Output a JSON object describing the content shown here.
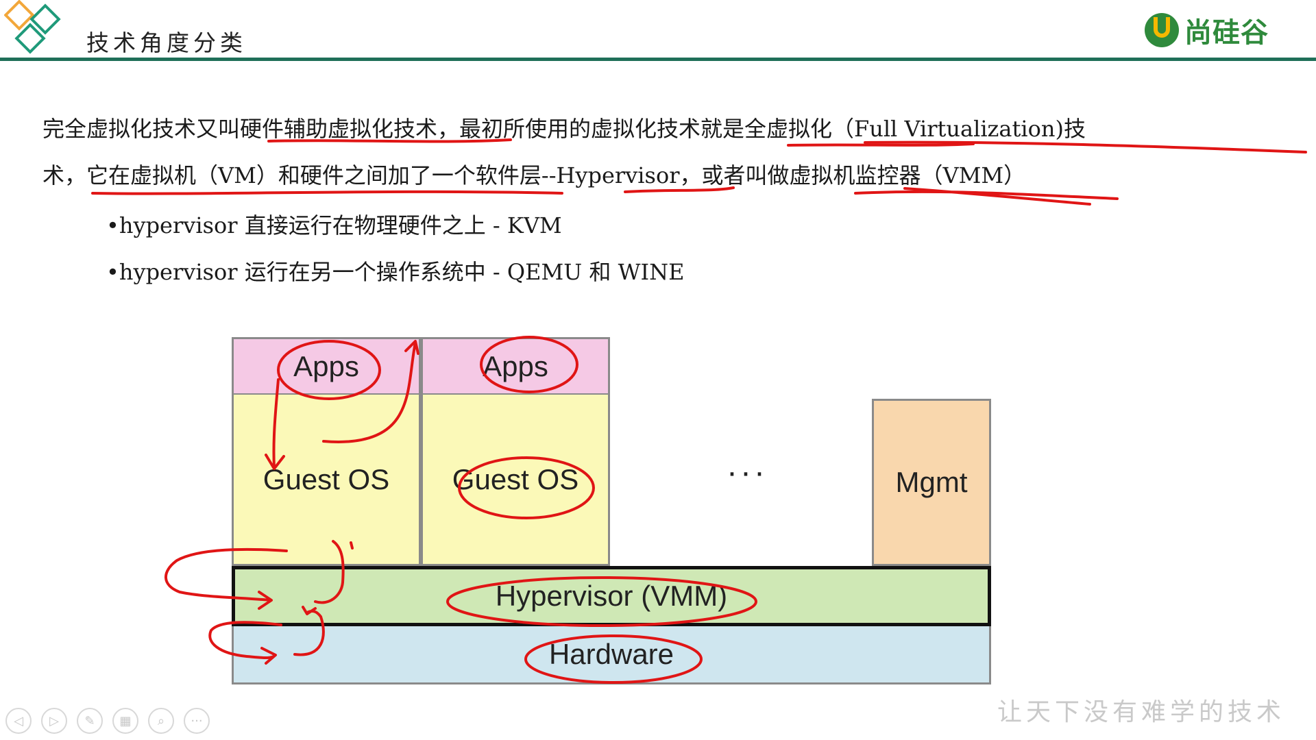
{
  "header": {
    "title": "技术角度分类",
    "brand": "尚硅谷"
  },
  "content": {
    "para1": "完全虚拟化技术又叫硬件辅助虚拟化技术，最初所使用的虚拟化技术就是全虚拟化（Full Virtualization)技",
    "para2": "术，它在虚拟机（VM）和硬件之间加了一个软件层--Hypervisor，或者叫做虚拟机监控器（VMM）",
    "bullets": [
      "•hypervisor 直接运行在物理硬件之上 - KVM",
      "•hypervisor 运行在另一个操作系统中 - QEMU 和 WINE"
    ]
  },
  "diagram": {
    "apps1": "Apps",
    "apps2": "Apps",
    "guest1": "Guest OS",
    "guest2": "Guest OS",
    "ellipsis": "···",
    "mgmt": "Mgmt",
    "hypervisor": "Hypervisor (VMM)",
    "hardware": "Hardware",
    "colors": {
      "apps": "#f5c9e5",
      "guest": "#fbf9b8",
      "mgmt": "#f9d7ad",
      "hypervisor": "#cfe8b5",
      "hardware": "#cfe6ef",
      "annotation": "#e01515"
    }
  },
  "footer": {
    "watermark": "让天下没有难学的技术",
    "controls": [
      {
        "icon": "prev-icon",
        "glyph": "◁"
      },
      {
        "icon": "next-icon",
        "glyph": "▷"
      },
      {
        "icon": "pen-icon",
        "glyph": "✎"
      },
      {
        "icon": "slides-icon",
        "glyph": "▦"
      },
      {
        "icon": "zoom-icon",
        "glyph": "⌕"
      },
      {
        "icon": "more-icon",
        "glyph": "···"
      }
    ]
  }
}
